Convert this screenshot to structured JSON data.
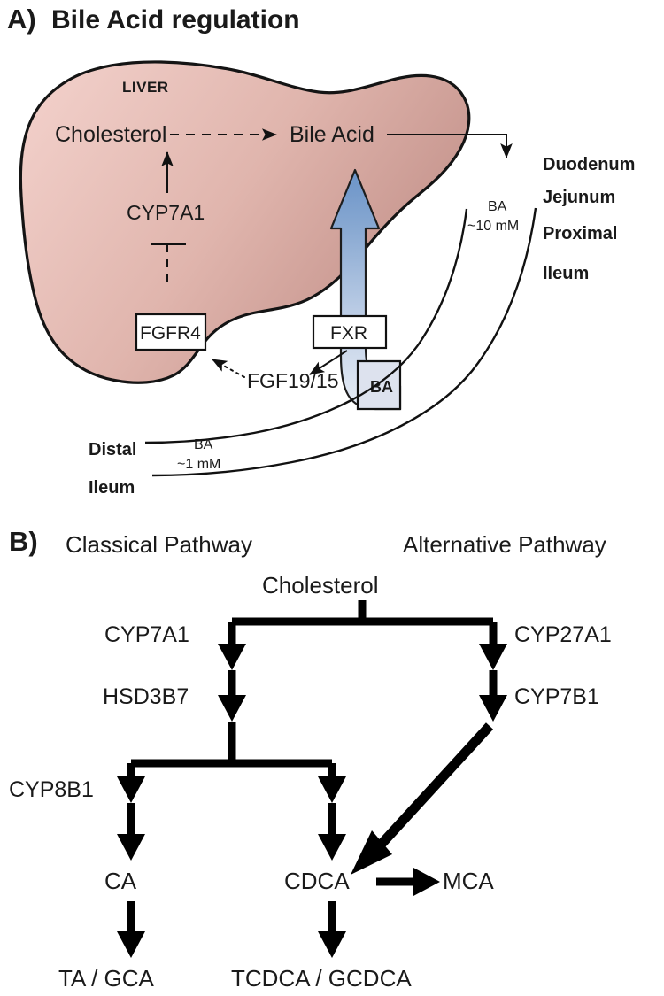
{
  "figure": {
    "panel_a": {
      "letter": "A)",
      "title": "Bile Acid regulation",
      "organ_label": "LIVER",
      "nodes": {
        "cholesterol": "Cholesterol",
        "bile_acid": "Bile Acid",
        "cyp7a1": "CYP7A1",
        "fgfr4": "FGFR4",
        "fxr": "FXR",
        "ba_box": "BA",
        "fgf": "FGF19/15"
      },
      "gut_segments": [
        "Duodenum",
        "Jejunum",
        "Proximal",
        "Ileum"
      ],
      "distal_label_line1": "Distal",
      "distal_label_line2": "Ileum",
      "concentrations": [
        {
          "name": "BA",
          "value": "~10 mM"
        },
        {
          "name": "BA",
          "value": "~1 mM"
        }
      ],
      "colors": {
        "liver_light": "#eec9c3",
        "liver_dark": "#c08f88",
        "arrow_blue_top": "#6a93c8",
        "arrow_blue_bottom": "#dfe6f1",
        "ba_box_fill": "#dde2ee",
        "outline": "#141414"
      }
    },
    "panel_b": {
      "letter": "B)",
      "pathway_left_title": "Classical Pathway",
      "pathway_right_title": "Alternative Pathway",
      "root": "Cholesterol",
      "enzymes": {
        "cyp7a1": "CYP7A1",
        "hsd3b7": "HSD3B7",
        "cyp27a1": "CYP27A1",
        "cyp7b1": "CYP7B1",
        "cyp8b1": "CYP8B1"
      },
      "products": {
        "ca": "CA",
        "cdca": "CDCA",
        "mca": "MCA",
        "ca_conjugates": "TA / GCA",
        "cdca_conjugates": "TCDCA / GCDCA"
      }
    }
  }
}
